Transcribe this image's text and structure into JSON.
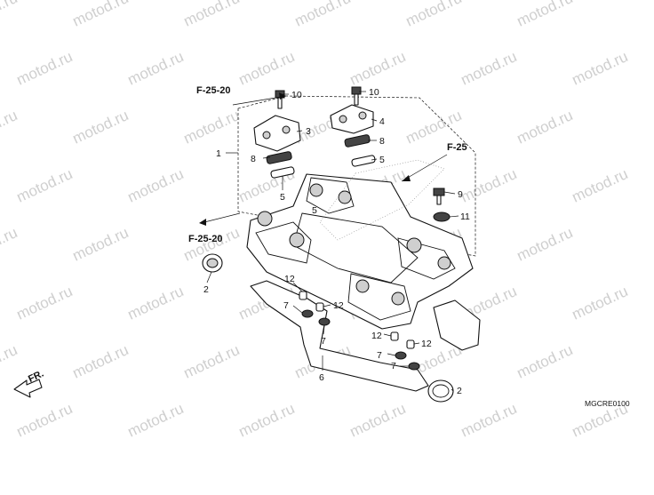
{
  "diagram": {
    "part_callouts": [
      "1",
      "2",
      "2",
      "3",
      "4",
      "5",
      "5",
      "5",
      "6",
      "7",
      "7",
      "7",
      "7",
      "8",
      "8",
      "9",
      "10",
      "10",
      "11",
      "12",
      "12",
      "12",
      "12"
    ],
    "ref_labels": [
      "F-25-20",
      "F-25-20",
      "F-25"
    ],
    "direction_label": "FR.",
    "diagram_code": "MGCRE0100",
    "watermark": "motod.ru",
    "colors": {
      "line": "#111111",
      "watermark": "#cfcfcf",
      "fill_grey": "#cfcfcf",
      "background": "#ffffff"
    }
  }
}
